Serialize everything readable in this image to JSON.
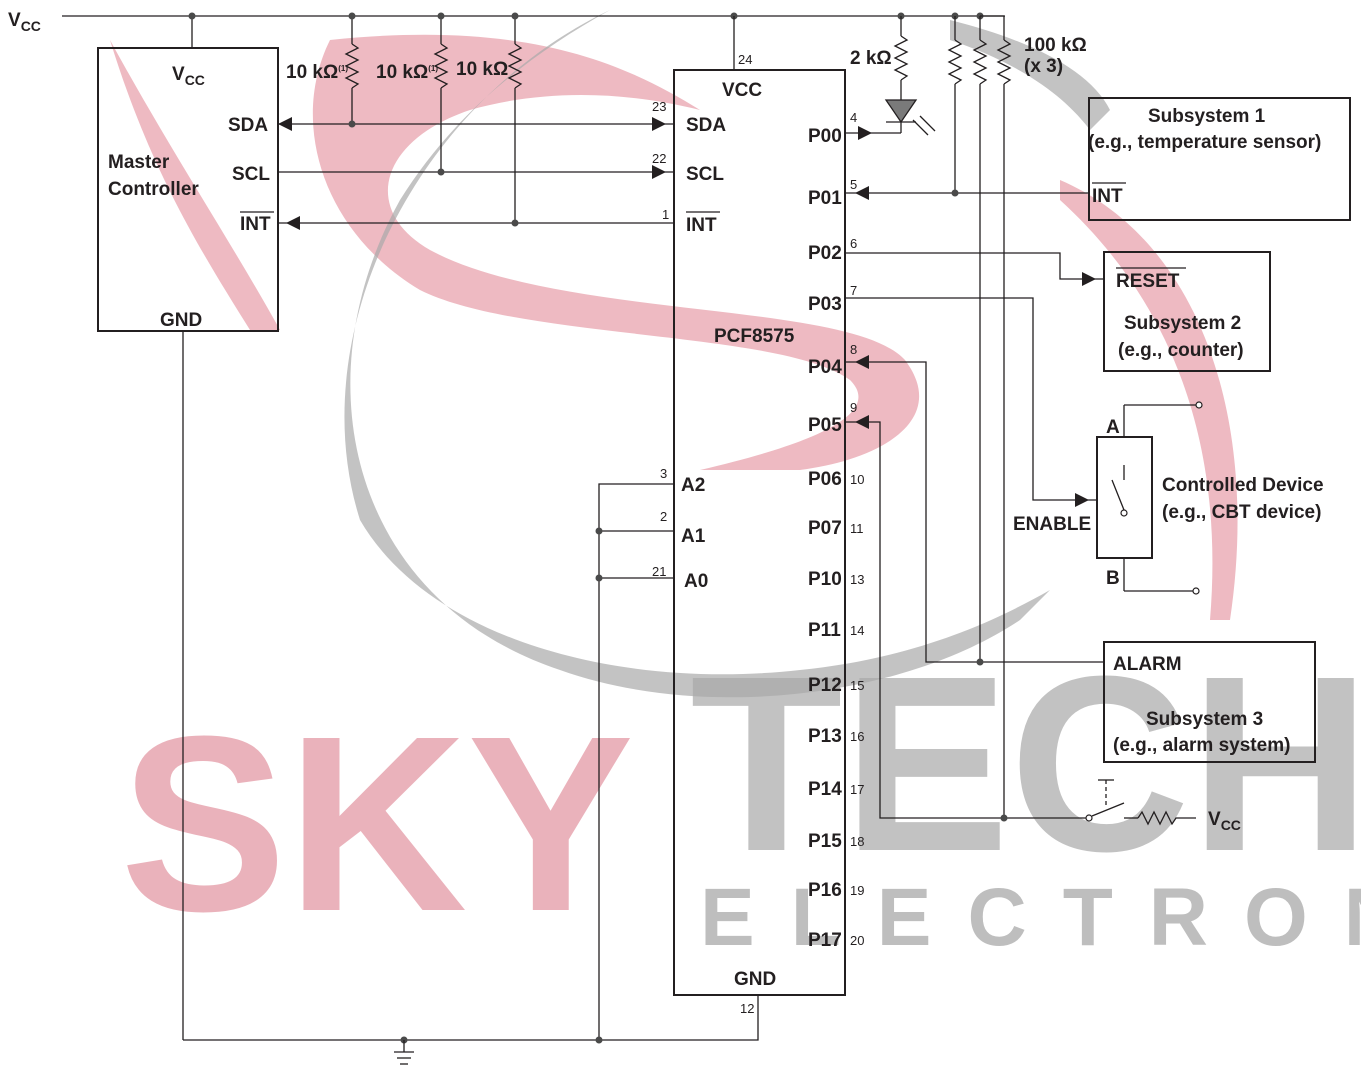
{
  "watermark": {
    "brand_left": "SKY",
    "brand_right": "TECH",
    "brand_sub": "ELECTRONIC",
    "colors": {
      "red": "#e8a3ae",
      "gray": "#a9a9a9"
    }
  },
  "supply": {
    "vcc_main": "V",
    "vcc_sub": "CC",
    "gnd_symbol": "ground-icon"
  },
  "master": {
    "title_line1": "Master",
    "title_line2": "Controller",
    "vcc": "V",
    "vcc_sub": "CC",
    "sda": "SDA",
    "scl": "SCL",
    "int": "INT",
    "gnd": "GND"
  },
  "resistors": {
    "r1": "10 kΩ",
    "r2": "10 kΩ",
    "r3": "10 kΩ",
    "note": "(1)",
    "led_r": "2 kΩ",
    "pullups_value": "100 kΩ",
    "pullups_count": "(x 3)"
  },
  "chip": {
    "name": "PCF8575",
    "vcc": "VCC",
    "gnd": "GND",
    "sda": "SDA",
    "scl": "SCL",
    "int": "INT",
    "a2": "A2",
    "a1": "A1",
    "a0": "A0",
    "pin_vcc": "24",
    "pin_gnd": "12",
    "pin_sda": "23",
    "pin_scl": "22",
    "pin_int": "1",
    "pin_a2": "3",
    "pin_a1": "2",
    "pin_a0": "21",
    "ports": [
      {
        "name": "P00",
        "pin": "4"
      },
      {
        "name": "P01",
        "pin": "5"
      },
      {
        "name": "P02",
        "pin": "6"
      },
      {
        "name": "P03",
        "pin": "7"
      },
      {
        "name": "P04",
        "pin": "8"
      },
      {
        "name": "P05",
        "pin": "9"
      },
      {
        "name": "P06",
        "pin": "10"
      },
      {
        "name": "P07",
        "pin": "11"
      },
      {
        "name": "P10",
        "pin": "13"
      },
      {
        "name": "P11",
        "pin": "14"
      },
      {
        "name": "P12",
        "pin": "15"
      },
      {
        "name": "P13",
        "pin": "16"
      },
      {
        "name": "P14",
        "pin": "17"
      },
      {
        "name": "P15",
        "pin": "18"
      },
      {
        "name": "P16",
        "pin": "19"
      },
      {
        "name": "P17",
        "pin": "20"
      }
    ]
  },
  "subsystem1": {
    "title": "Subsystem 1",
    "desc": "(e.g., temperature sensor)",
    "int": "INT"
  },
  "subsystem2": {
    "reset": "RESET",
    "title": "Subsystem 2",
    "desc": "(e.g., counter)"
  },
  "device": {
    "title": "Controlled Device",
    "desc": "(e.g., CBT device)",
    "a": "A",
    "b": "B",
    "enable": "ENABLE"
  },
  "subsystem3": {
    "alarm": "ALARM",
    "title": "Subsystem 3",
    "desc": "(e.g., alarm system)"
  },
  "switch_vcc": {
    "main": "V",
    "sub": "CC"
  }
}
